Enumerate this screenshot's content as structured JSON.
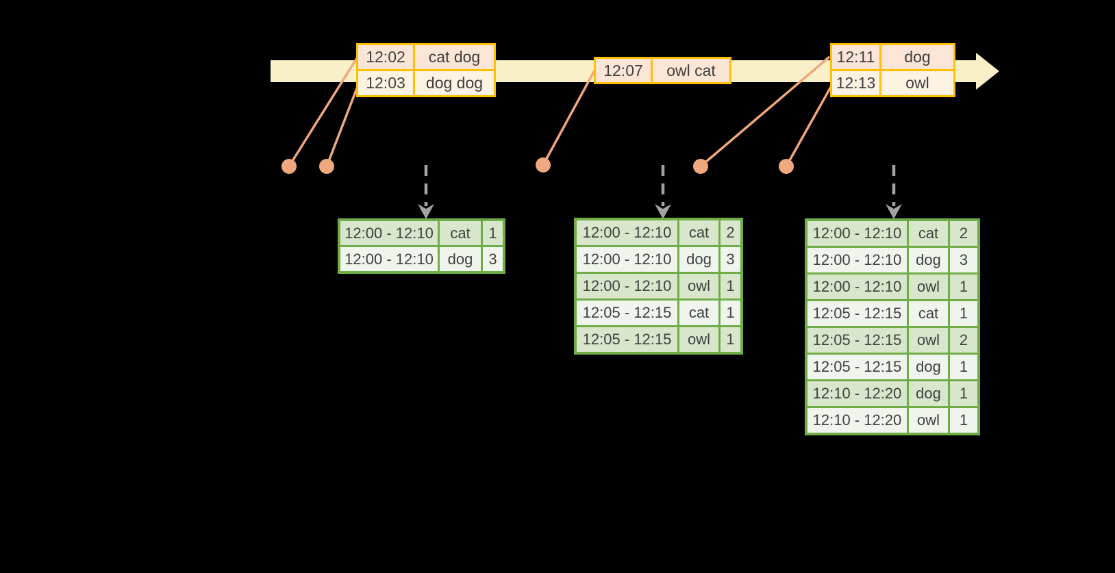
{
  "event_tables": [
    {
      "rows": [
        {
          "time": "12:02",
          "words": "cat dog"
        },
        {
          "time": "12:03",
          "words": "dog dog"
        }
      ]
    },
    {
      "rows": [
        {
          "time": "12:07",
          "words": "owl cat"
        }
      ]
    },
    {
      "rows": [
        {
          "time": "12:11",
          "words": "dog"
        },
        {
          "time": "12:13",
          "words": "owl"
        }
      ]
    }
  ],
  "result_tables": [
    {
      "rows": [
        {
          "window": "12:00 - 12:10",
          "word": "cat",
          "count": "1"
        },
        {
          "window": "12:00 - 12:10",
          "word": "dog",
          "count": "3"
        }
      ]
    },
    {
      "rows": [
        {
          "window": "12:00 - 12:10",
          "word": "cat",
          "count": "2"
        },
        {
          "window": "12:00 - 12:10",
          "word": "dog",
          "count": "3"
        },
        {
          "window": "12:00 - 12:10",
          "word": "owl",
          "count": "1"
        },
        {
          "window": "12:05 - 12:15",
          "word": "cat",
          "count": "1"
        },
        {
          "window": "12:05 - 12:15",
          "word": "owl",
          "count": "1"
        }
      ]
    },
    {
      "rows": [
        {
          "window": "12:00 - 12:10",
          "word": "cat",
          "count": "2"
        },
        {
          "window": "12:00 - 12:10",
          "word": "dog",
          "count": "3"
        },
        {
          "window": "12:00 - 12:10",
          "word": "owl",
          "count": "1"
        },
        {
          "window": "12:05 - 12:15",
          "word": "cat",
          "count": "1"
        },
        {
          "window": "12:05 - 12:15",
          "word": "owl",
          "count": "2"
        },
        {
          "window": "12:05 - 12:15",
          "word": "dog",
          "count": "1"
        },
        {
          "window": "12:10 - 12:20",
          "word": "dog",
          "count": "1"
        },
        {
          "window": "12:10 - 12:20",
          "word": "owl",
          "count": "1"
        }
      ]
    }
  ],
  "icons": {
    "timeline_arrowhead": "right-arrow",
    "trigger_arrow": "dashed-down-arrow",
    "event_dot": "filled-circle"
  },
  "colors": {
    "background": "#000000",
    "timeline_band": "#FAF0C8",
    "event_border": "#FFC000",
    "event_row_dark": "#FBE5D6",
    "event_row_light": "#FDF3E3",
    "result_border": "#70AD47",
    "result_row_dark": "#D8E6CC",
    "result_row_light": "#EFF4EC",
    "dot_and_lines": "#F0A87E",
    "trigger_arrow": "#A3A3A3",
    "text": "#3F3F3F"
  }
}
